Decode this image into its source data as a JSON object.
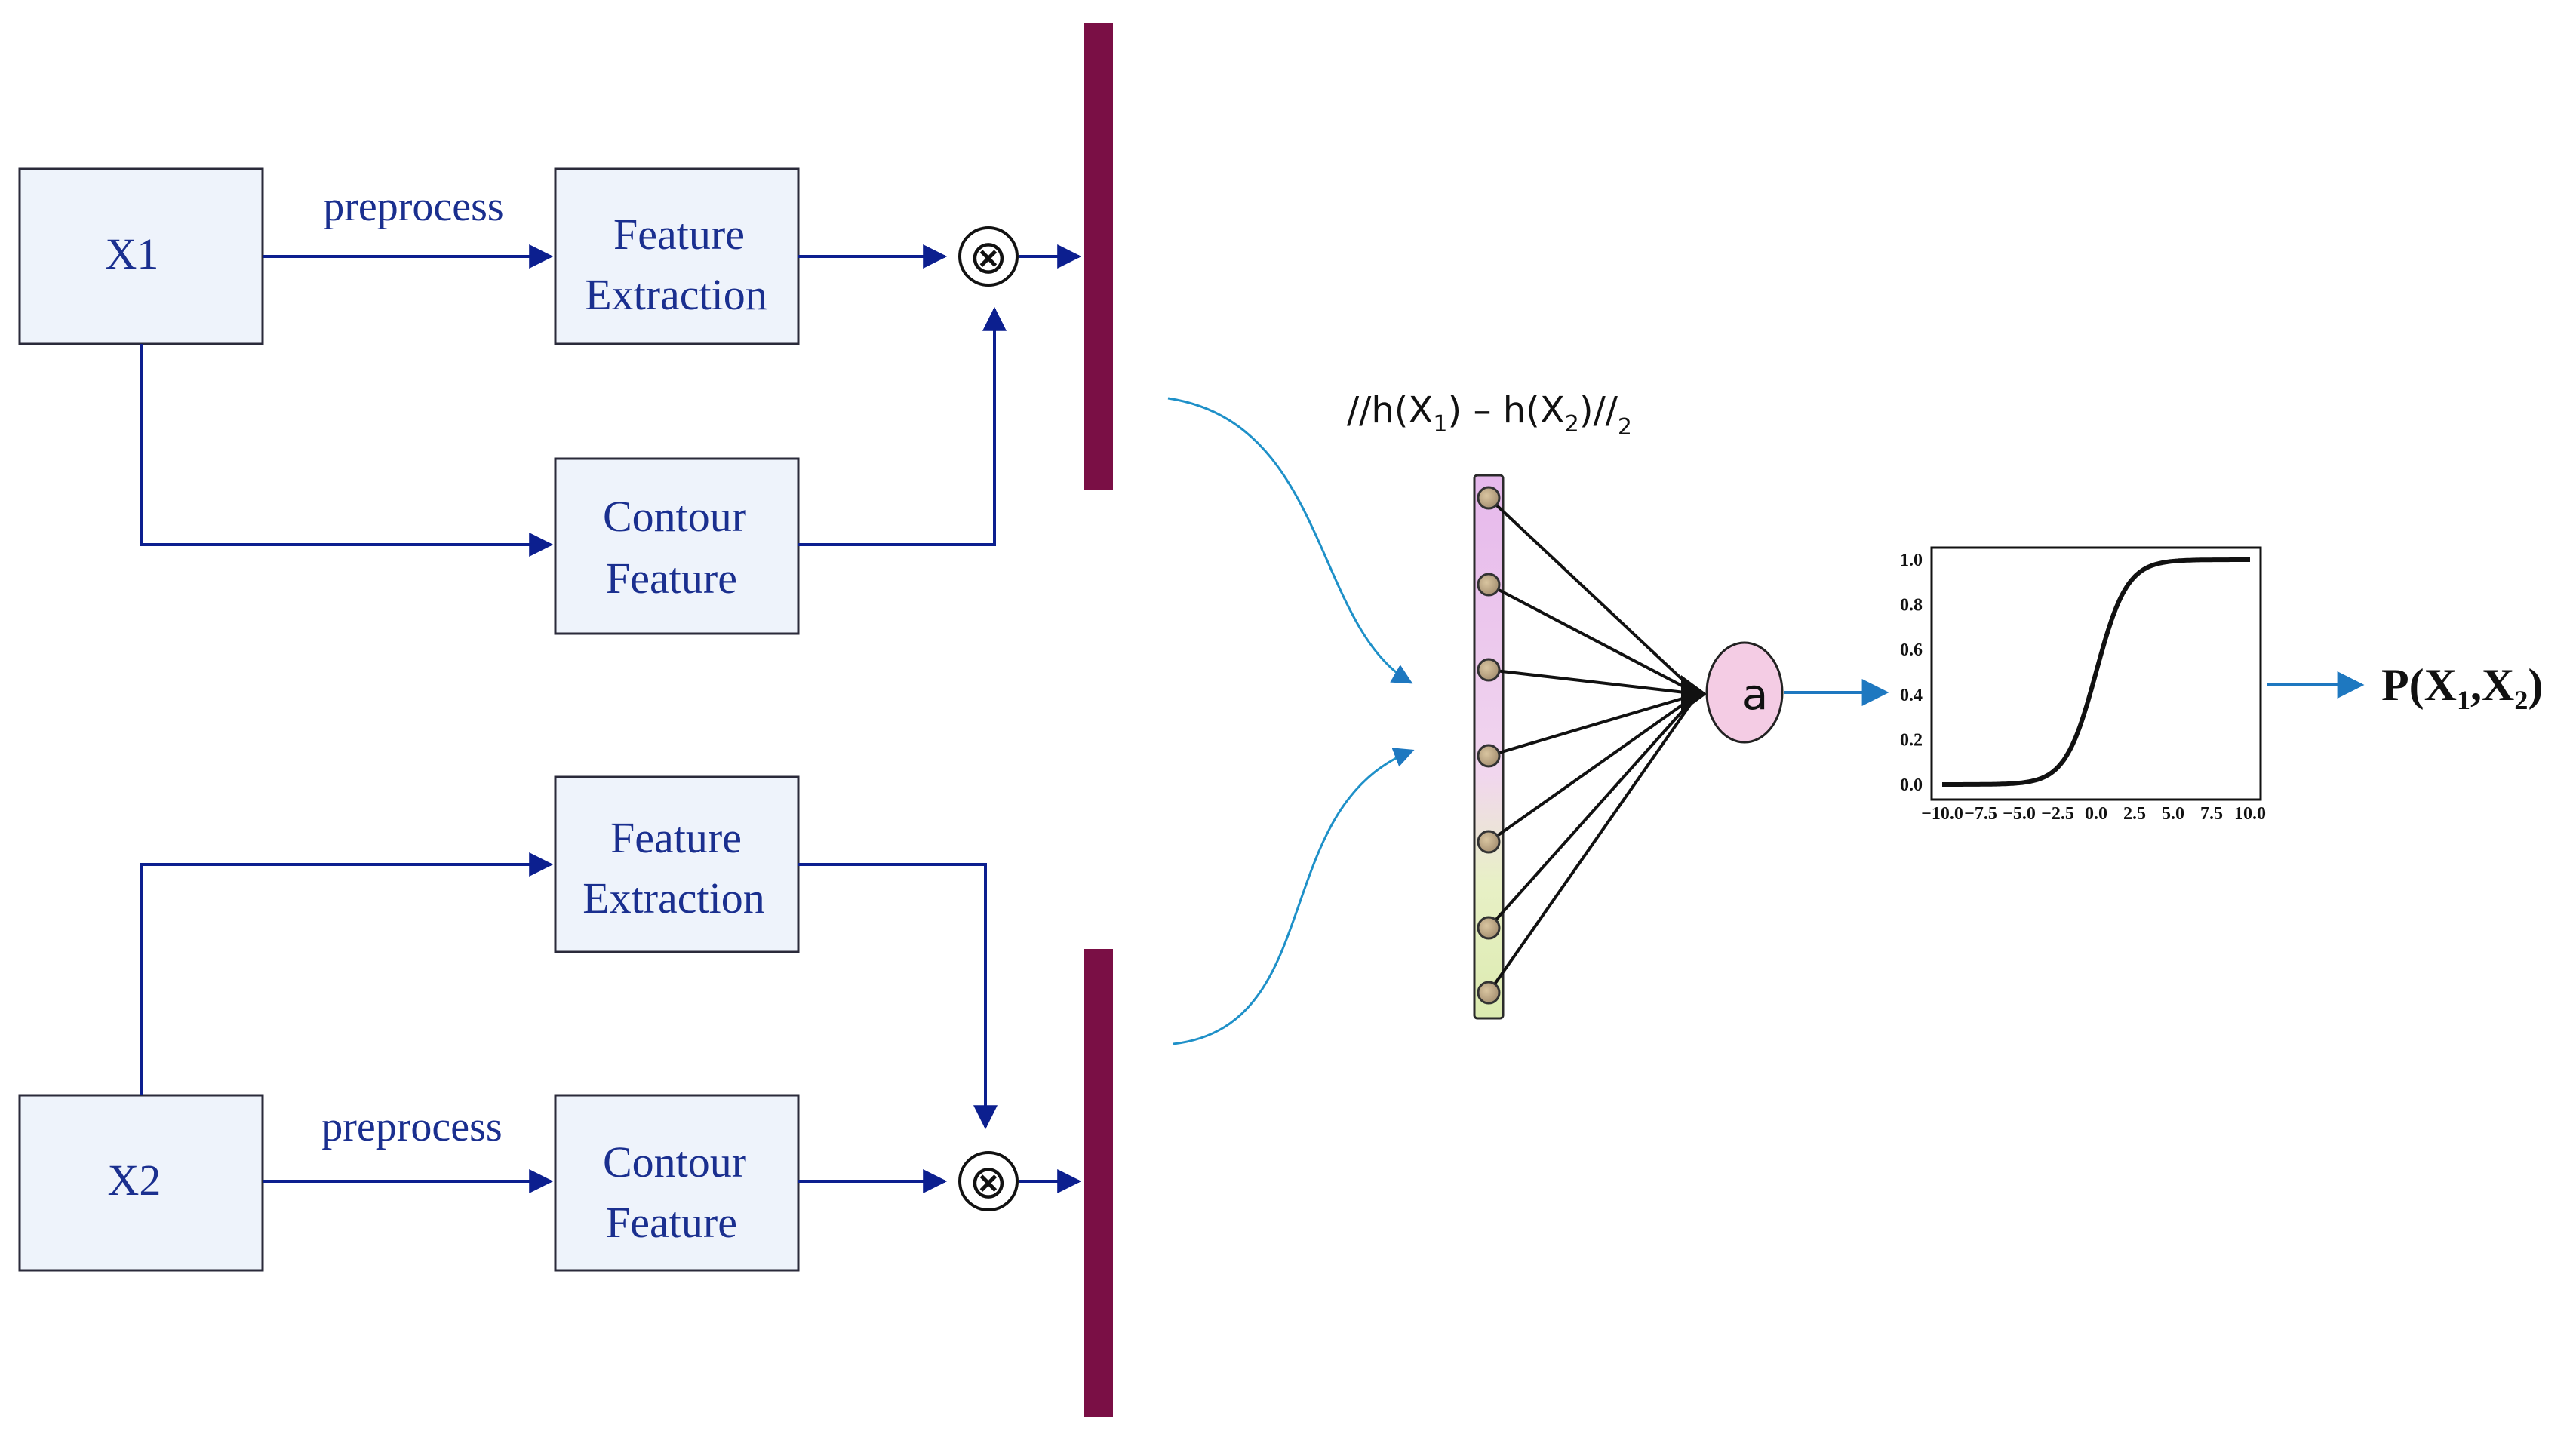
{
  "inputs": {
    "x1": "X1",
    "x2": "X2"
  },
  "edges": {
    "preprocess_top": "preprocess",
    "preprocess_bottom": "preprocess"
  },
  "boxes": {
    "top_feature": [
      "Feature",
      "Extraction"
    ],
    "top_contour": [
      "Contour",
      "Feature"
    ],
    "bottom_feature": [
      "Feature",
      "Extraction"
    ],
    "bottom_contour": [
      "Contour",
      "Feature"
    ]
  },
  "operators": {
    "multiply_symbol": "⊗"
  },
  "distance_formula": {
    "open": "//h(X",
    "sub1": "1",
    "mid": ") – h(X",
    "sub2": "2",
    "close": ")//",
    "sub3": "2"
  },
  "activation_node": "a",
  "sigmoid_plot": {
    "y_ticks": [
      "0.0",
      "0.2",
      "0.4",
      "0.6",
      "0.8",
      "1.0"
    ],
    "x_ticks": [
      "−10.0",
      "−7.5",
      "−5.0",
      "−2.5",
      "0.0",
      "2.5",
      "5.0",
      "7.5",
      "10.0"
    ]
  },
  "output": {
    "prefix": "P(X",
    "sub1": "1",
    "sep": ",X",
    "sub2": "2",
    "suffix": ")"
  },
  "colors": {
    "box_fill": "#eef3fb",
    "box_stroke": "#2a2a3a",
    "arrow": "#0c1f8f",
    "bar": "#7a0f45",
    "curve_arrow": "#1e90c8",
    "activation_fill": "#f4cce4"
  }
}
